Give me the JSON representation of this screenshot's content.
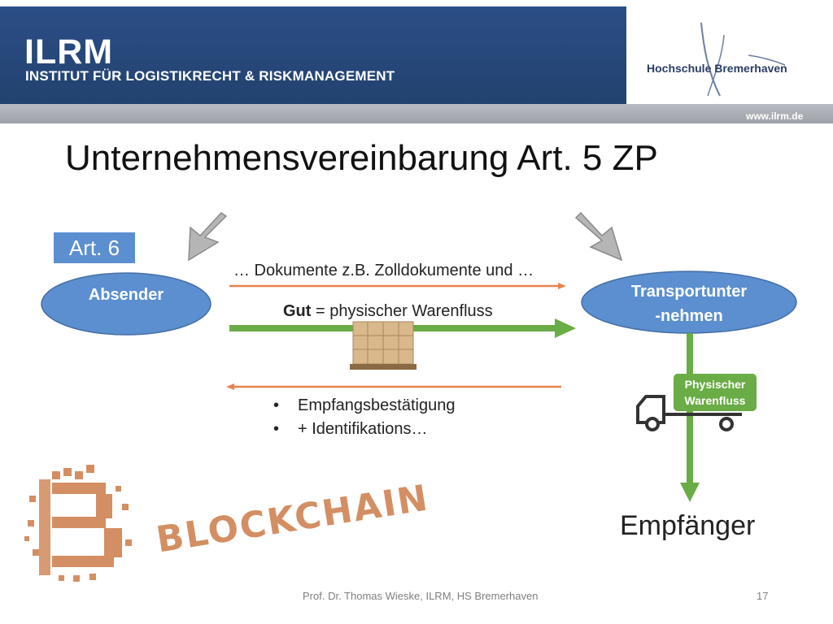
{
  "header": {
    "logo_title": "ILRM",
    "logo_subtitle": "INSTITUT FÜR LOGISTIKRECHT & RISKMANAGEMENT",
    "school": "Hochschule Bremerhaven",
    "url": "www.ilrm.de"
  },
  "slide": {
    "title": "Unternehmensvereinbarung Art. 5 ZP",
    "badge": "Art. 6",
    "sender": "Absender",
    "carrier_line1": "Transportunter",
    "carrier_line2": "-nehmen",
    "documents": "… Dokumente z.B. Zolldokumente und …",
    "goods_bold": "Gut",
    "goods_rest": " = physischer Warenfluss",
    "bullets": [
      "Empfangsbestätigung",
      "+ Identifikations…"
    ],
    "physical_line1": "Physischer",
    "physical_line2": "Warenfluss",
    "receiver": "Empfänger",
    "blockchain": "BLOCKCHAIN"
  },
  "footer": {
    "author": "Prof. Dr. Thomas Wieske, ILRM, HS Bremerhaven",
    "page": "17"
  },
  "colors": {
    "header_blue": "#2b4e86",
    "ellipse_blue": "#5b8fd0",
    "arrow_orange": "#e8834f",
    "arrow_green": "#6aac45",
    "arrow_gray": "#b0b0b0",
    "blockchain_copper": "#d38f63"
  }
}
